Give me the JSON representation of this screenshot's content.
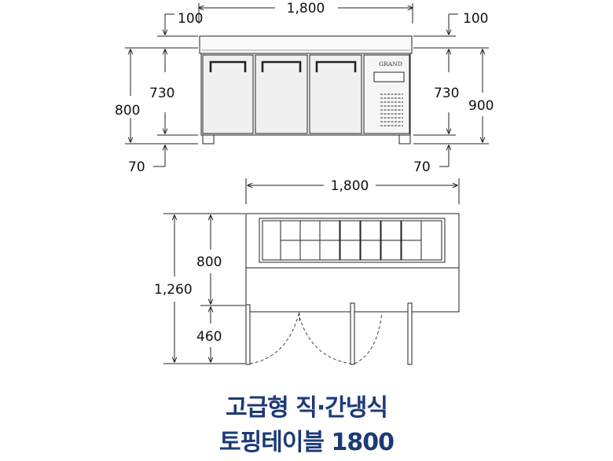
{
  "front_view": {
    "width_label": "1,800",
    "left_top_label": "100",
    "right_top_label": "100",
    "left_body_label": "730",
    "right_body_label": "730",
    "left_total_label": "800",
    "right_total_label": "900",
    "left_foot_label": "70",
    "right_foot_label": "70",
    "brand_label": "GRAND"
  },
  "top_view": {
    "width_label": "1,800",
    "depth_label": "800",
    "total_label": "1,260",
    "door_swing_label": "460"
  },
  "caption": {
    "line1": "고급형 직·간냉식",
    "line2": "토핑테이블 1800"
  },
  "colors": {
    "line": "#222222",
    "caption": "#1c3a78",
    "cabinet_fill": "#f4f4f4"
  }
}
